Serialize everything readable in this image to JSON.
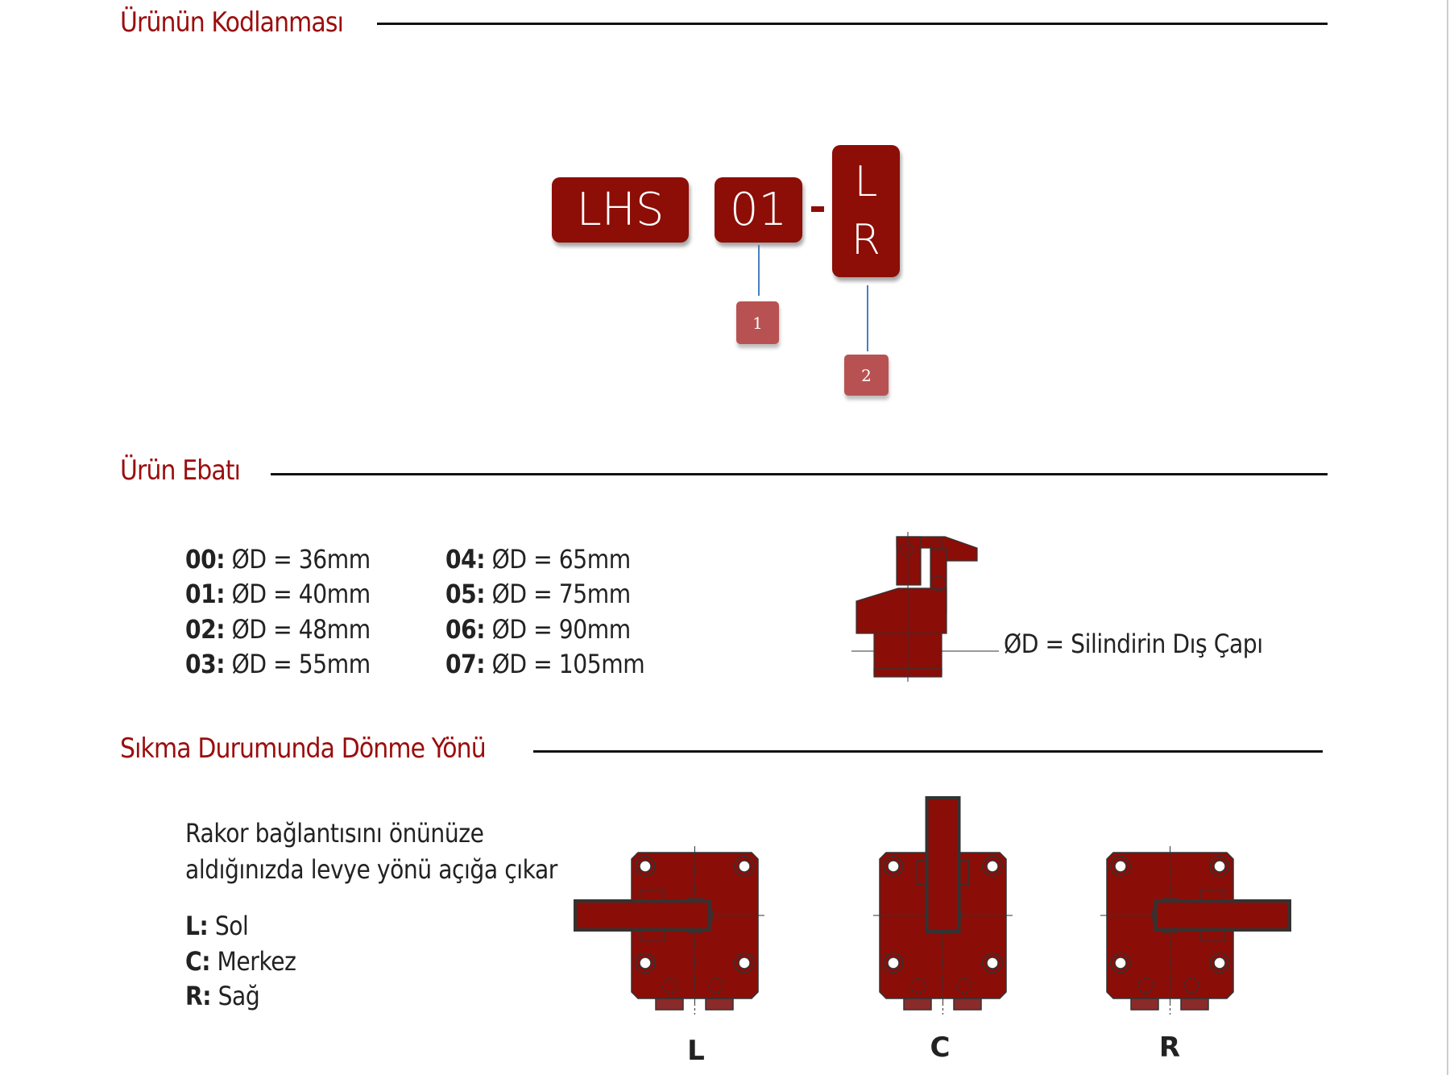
{
  "sections": {
    "coding_title": "Ürünün Kodlanması",
    "size_title": "Ürün Ebatı",
    "rotation_title": "Sıkma Durumunda Dönme Yönü"
  },
  "code": {
    "series": "LHS",
    "size": "01",
    "separator": "-",
    "direction_options": [
      "L",
      "R"
    ],
    "callouts": [
      "1",
      "2"
    ]
  },
  "sizes": [
    {
      "code": "00:",
      "value": "ØD = 36mm"
    },
    {
      "code": "01:",
      "value": "ØD = 40mm"
    },
    {
      "code": "02:",
      "value": "ØD = 48mm"
    },
    {
      "code": "03:",
      "value": "ØD = 55mm"
    },
    {
      "code": "04:",
      "value": "ØD = 65mm"
    },
    {
      "code": "05:",
      "value": "ØD = 75mm"
    },
    {
      "code": "06:",
      "value": "ØD = 90mm"
    },
    {
      "code": "07:",
      "value": "ØD = 105mm"
    }
  ],
  "diameter_label": "ØD = Silindirin Dış Çapı",
  "rotation": {
    "note_line1": "Rakor bağlantısını önünüze",
    "note_line2": "aldığınızda levye yönü açığa çıkar",
    "options": [
      {
        "code": "L:",
        "label": "Sol"
      },
      {
        "code": "C:",
        "label": "Merkez"
      },
      {
        "code": "R:",
        "label": "Sağ"
      }
    ],
    "diagram_labels": [
      "L",
      "C",
      "R"
    ]
  },
  "colors": {
    "accent": "#9b0d0d",
    "box": "#8c0e07",
    "callout": "#b85252",
    "part": "#8b0d07"
  }
}
